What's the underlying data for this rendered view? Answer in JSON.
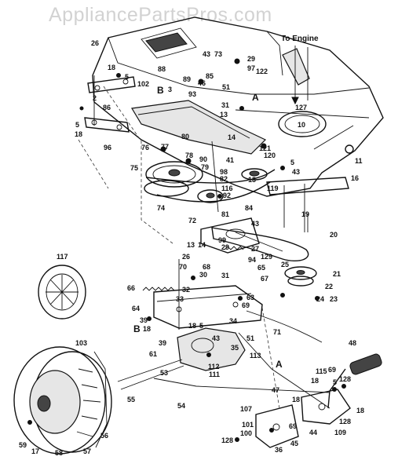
{
  "watermark": "AppliancePartsPros.com",
  "note_to_engine": "To Engine",
  "view_markers": {
    "a_top": "A",
    "a_bottom": "A",
    "b_left": "B",
    "b_mid": "B"
  },
  "callouts": {
    "c2": "2",
    "c3": "3",
    "c5a": "5",
    "c5b": "5",
    "c5c": "5",
    "c5d": "5",
    "c5e": "5",
    "c10": "10",
    "c11": "11",
    "c13": "13",
    "c13b": "13",
    "c13c": "13",
    "c14": "14",
    "c14b": "14",
    "c16": "16",
    "c17": "17",
    "c18a": "18",
    "c18b": "18",
    "c18c": "18",
    "c18d": "18",
    "c18e": "18",
    "c18f": "18",
    "c19": "19",
    "c20": "20",
    "c21": "21",
    "c22": "22",
    "c23": "23",
    "c24": "24",
    "c25": "25",
    "c26a": "26",
    "c26b": "26",
    "c27": "27",
    "c29a": "29",
    "c29b": "29",
    "c30": "30",
    "c31a": "31",
    "c31b": "31",
    "c32": "32",
    "c33": "33",
    "c34": "34",
    "c35": "35",
    "c36": "36",
    "c39a": "39",
    "c39b": "39",
    "c41": "41",
    "c43a": "43",
    "c43b": "43",
    "c43c": "43",
    "c44": "44",
    "c45": "45",
    "c46": "46",
    "c47": "47",
    "c48": "48",
    "c51a": "51",
    "c51b": "51",
    "c53": "53",
    "c54": "54",
    "c55": "55",
    "c56": "56",
    "c57": "57",
    "c58": "58",
    "c59": "59",
    "c61": "61",
    "c63": "63",
    "c64": "64",
    "c65": "65",
    "c66": "66",
    "c67": "67",
    "c68": "68",
    "c69a": "69",
    "c69b": "69",
    "c69c": "69",
    "c70": "70",
    "c71": "71",
    "c72": "72",
    "c73": "73",
    "c74": "74",
    "c75": "75",
    "c76": "76",
    "c77": "77",
    "c78": "78",
    "c79": "79",
    "c80": "80",
    "c81": "81",
    "c82": "82",
    "c84": "84",
    "c85": "85",
    "c86": "86",
    "c88": "88",
    "c89": "89",
    "c90": "90",
    "c92": "92",
    "c93": "93",
    "c94": "94",
    "c96": "96",
    "c97": "97",
    "c98": "98",
    "c99": "99",
    "c100": "100",
    "c101": "101",
    "c102": "102",
    "c103": "103",
    "c107": "107",
    "c109": "109",
    "c111": "111",
    "c112": "112",
    "c113": "113",
    "c115": "115",
    "c116": "116",
    "c117": "117",
    "c119": "119",
    "c120": "120",
    "c121": "121",
    "c122": "122",
    "c127": "127",
    "c128a": "128",
    "c128b": "128",
    "c128c": "128",
    "c129": "129"
  }
}
